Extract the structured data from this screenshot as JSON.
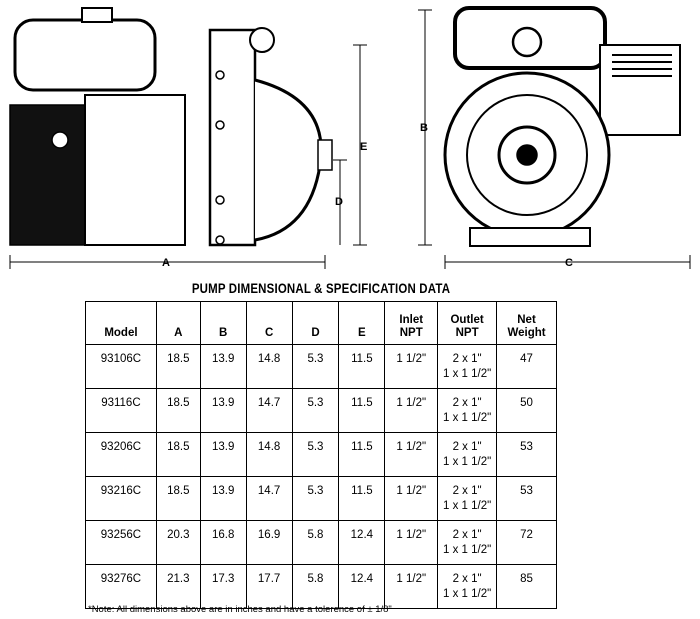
{
  "drawing": {
    "labels": {
      "a": "A",
      "b": "B",
      "c": "C",
      "d": "D",
      "e": "E"
    }
  },
  "title": "PUMP DIMENSIONAL & SPECIFICATION DATA",
  "headers": [
    [
      "Model"
    ],
    [
      "A"
    ],
    [
      "B"
    ],
    [
      "C"
    ],
    [
      "D"
    ],
    [
      "E"
    ],
    [
      "Inlet",
      "NPT"
    ],
    [
      "Outlet",
      "NPT"
    ],
    [
      "Net",
      "Weight"
    ]
  ],
  "rows": [
    [
      "93106C",
      "18.5",
      "13.9",
      "14.8",
      "5.3",
      "11.5",
      "1 1/2\"",
      "2 x 1\"",
      "1 x 1 1/2\"",
      "47"
    ],
    [
      "93116C",
      "18.5",
      "13.9",
      "14.7",
      "5.3",
      "11.5",
      "1 1/2\"",
      "2 x 1\"",
      "1 x 1 1/2\"",
      "50"
    ],
    [
      "93206C",
      "18.5",
      "13.9",
      "14.8",
      "5.3",
      "11.5",
      "1 1/2\"",
      "2 x 1\"",
      "1 x 1 1/2\"",
      "53"
    ],
    [
      "93216C",
      "18.5",
      "13.9",
      "14.7",
      "5.3",
      "11.5",
      "1 1/2\"",
      "2 x 1\"",
      "1 x 1 1/2\"",
      "53"
    ],
    [
      "93256C",
      "20.3",
      "16.8",
      "16.9",
      "5.8",
      "12.4",
      "1 1/2\"",
      "2 x 1\"",
      "1 x 1 1/2\"",
      "72"
    ],
    [
      "93276C",
      "21.3",
      "17.3",
      "17.7",
      "5.8",
      "12.4",
      "1 1/2\"",
      "2 x 1\"",
      "1 x 1 1/2\"",
      "85"
    ]
  ],
  "note": "*Note: All dimensions above are in inches and have a tolerence of ± 1/8\""
}
